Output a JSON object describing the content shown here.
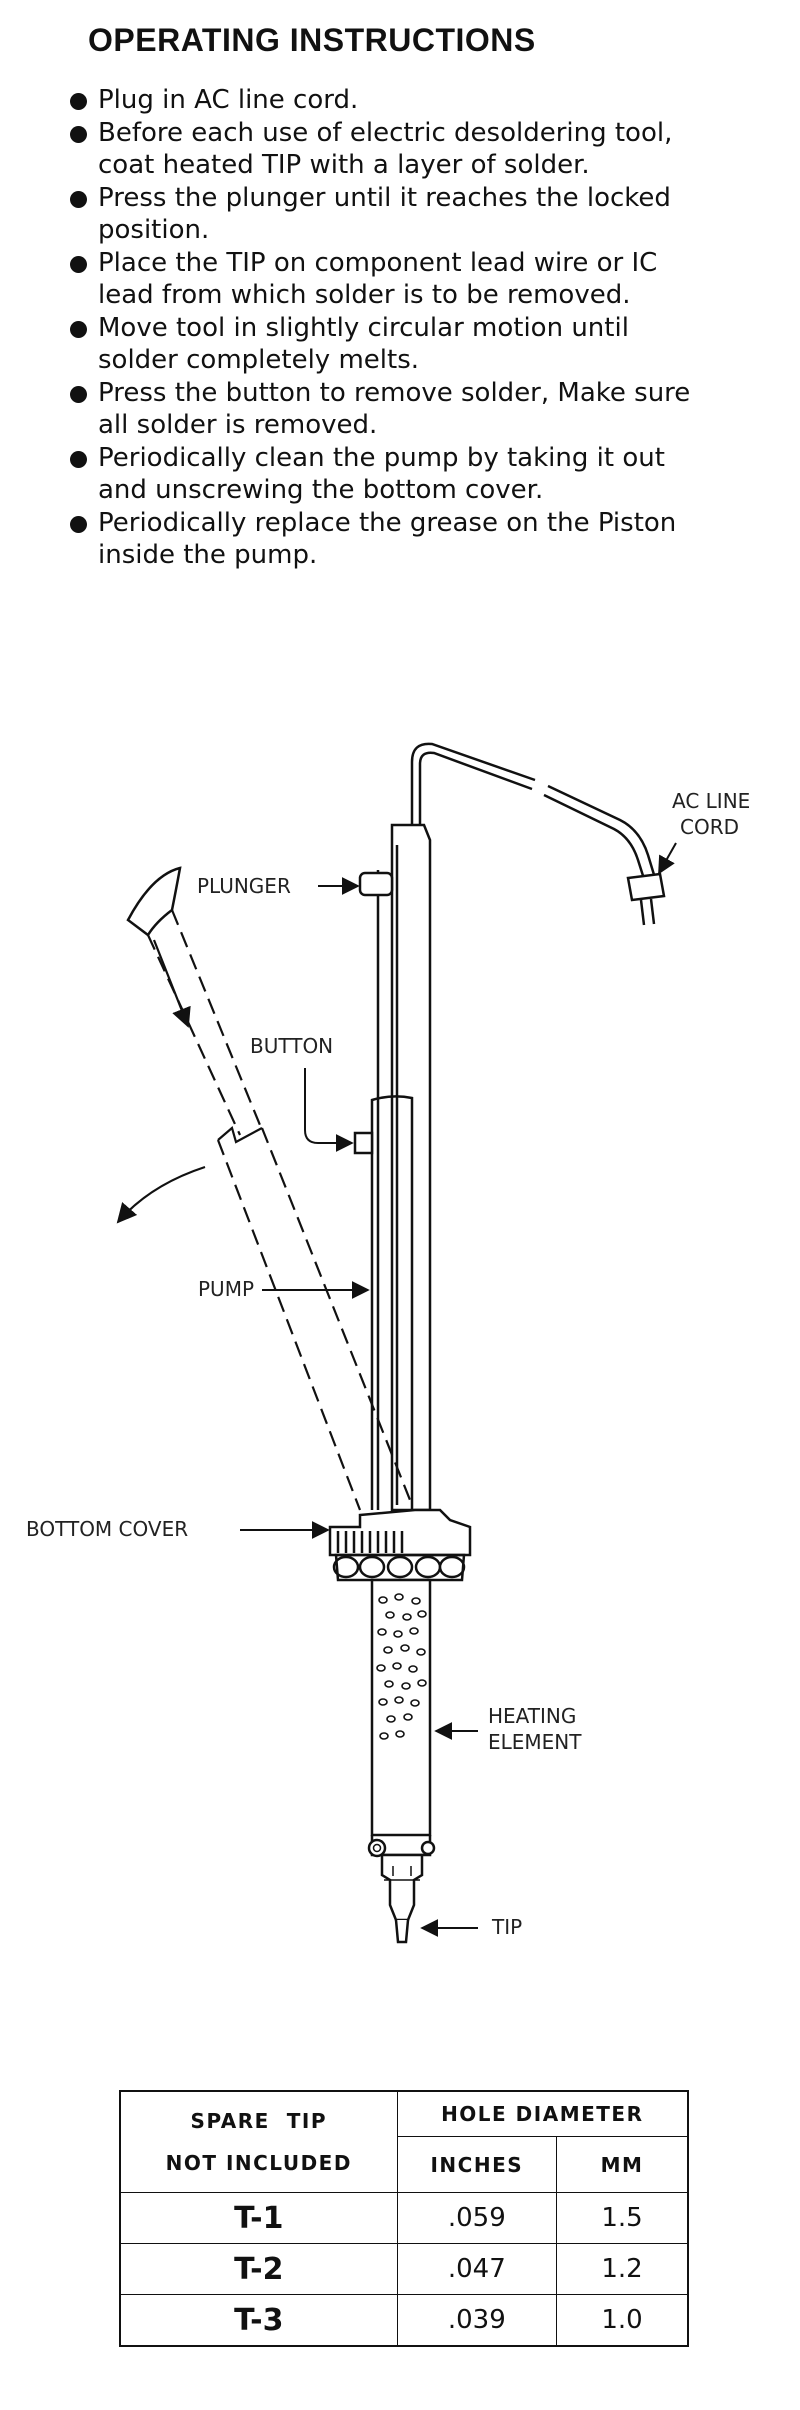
{
  "title": "OPERATING INSTRUCTIONS",
  "instructions": [
    "Plug in AC line cord.",
    "Before each use of electric desoldering tool, coat heated TIP with a layer of solder.",
    "Press the plunger until it reaches the locked position.",
    "Place the TIP on component lead wire or IC lead from which solder is to be removed.",
    "Move tool in slightly circular motion until solder completely melts.",
    "Press the button to remove solder, Make sure all solder is removed.",
    "Periodically clean the pump by taking it out and unscrewing the bottom cover.",
    "Periodically replace the grease on the Piston inside the pump."
  ],
  "diagram": {
    "labels": {
      "ac_line": "AC LINE",
      "cord": "CORD",
      "plunger": "PLUNGER",
      "button": "BUTTON",
      "pump": "PUMP",
      "bottom_cover": "BOTTOM COVER",
      "heating": "HEATING",
      "element": "ELEMENT",
      "tip": "TIP"
    }
  },
  "table": {
    "corner_line1": "SPARE  TIP",
    "corner_line2": "NOT INCLUDED",
    "group_header": "HOLE DIAMETER",
    "col_inches": "INCHES",
    "col_mm": "MM",
    "rows": [
      {
        "tip": "T-1",
        "inches": ".059",
        "mm": "1.5"
      },
      {
        "tip": "T-2",
        "inches": ".047",
        "mm": "1.2"
      },
      {
        "tip": "T-3",
        "inches": ".039",
        "mm": "1.0"
      }
    ]
  }
}
